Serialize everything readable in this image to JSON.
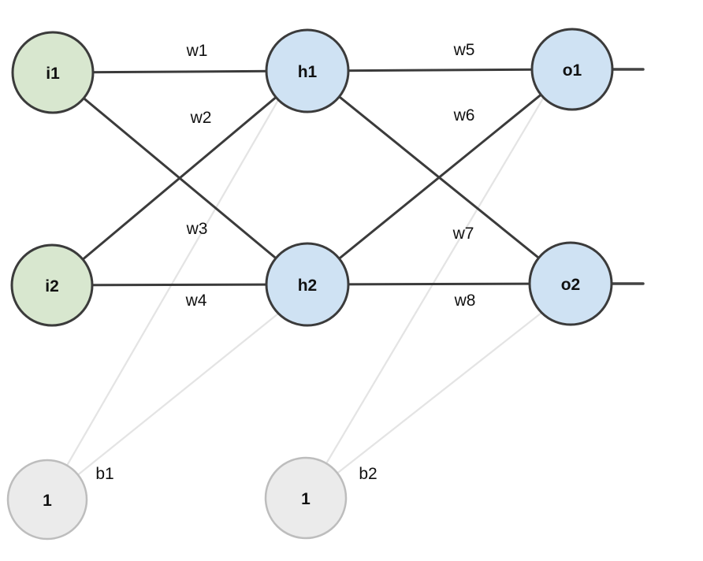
{
  "diagram": {
    "type": "neural-network",
    "background": "#ffffff",
    "nodes": {
      "i1": {
        "label": "i1",
        "layer": "input"
      },
      "i2": {
        "label": "i2",
        "layer": "input"
      },
      "h1": {
        "label": "h1",
        "layer": "hidden"
      },
      "h2": {
        "label": "h2",
        "layer": "hidden"
      },
      "o1": {
        "label": "o1",
        "layer": "output"
      },
      "o2": {
        "label": "o2",
        "layer": "output"
      },
      "bias1": {
        "label": "1",
        "layer": "bias",
        "connects_to": [
          "h1",
          "h2"
        ]
      },
      "bias2": {
        "label": "1",
        "layer": "bias",
        "connects_to": [
          "o1",
          "o2"
        ]
      }
    },
    "weights": {
      "w1": {
        "label": "w1",
        "from": "i1",
        "to": "h1"
      },
      "w2": {
        "label": "w2",
        "from": "i2",
        "to": "h1"
      },
      "w3": {
        "label": "w3",
        "from": "i1",
        "to": "h2"
      },
      "w4": {
        "label": "w4",
        "from": "i2",
        "to": "h2"
      },
      "w5": {
        "label": "w5",
        "from": "h1",
        "to": "o1"
      },
      "w6": {
        "label": "w6",
        "from": "h2",
        "to": "o1"
      },
      "w7": {
        "label": "w7",
        "from": "h1",
        "to": "o2"
      },
      "w8": {
        "label": "w8",
        "from": "h2",
        "to": "o2"
      }
    },
    "biases": {
      "b1": {
        "label": "b1",
        "connects_to": [
          "h1",
          "h2"
        ]
      },
      "b2": {
        "label": "b2",
        "connects_to": [
          "o1",
          "o2"
        ]
      }
    },
    "colors": {
      "input_fill": "#d8e7cf",
      "hidden_fill": "#cfe2f3",
      "output_fill": "#cfe2f3",
      "bias_fill": "#ebebeb",
      "node_border": "#3b3b3b",
      "bias_border": "#bdbdbd",
      "edge": "#3b3b3b",
      "bias_edge": "#e4e4e4",
      "text": "#111111"
    }
  }
}
